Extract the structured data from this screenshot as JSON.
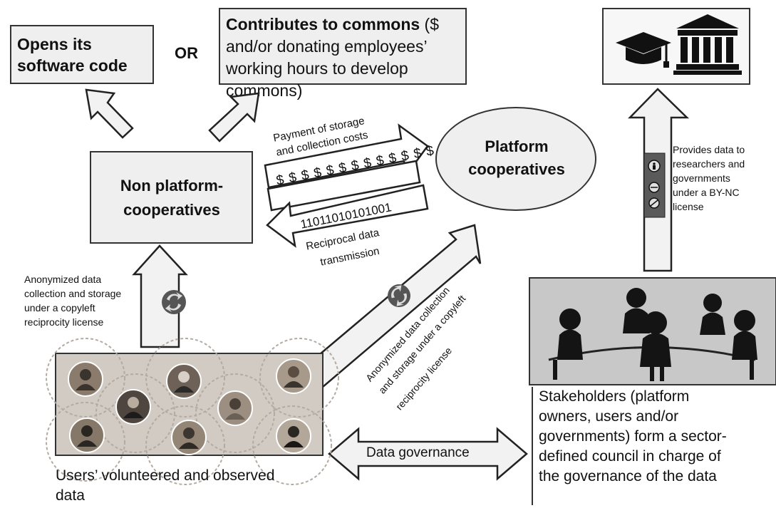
{
  "opens_code": {
    "label": "Opens its software code"
  },
  "or_label": "OR",
  "commons": {
    "bold": "Contributes to commons",
    "rest": " ($ and/or donating employees’ working hours to develop commons)"
  },
  "non_platform": {
    "label": "Non platform-cooperatives"
  },
  "platform": {
    "label": "Platform cooperatives"
  },
  "payment": {
    "line1": "Payment of storage",
    "line2": "and collection costs",
    "dollars": "$ $ $ $ $ $ $ $ $ $ $ $ $"
  },
  "binary": {
    "digits": "11011010101001",
    "line1": "Reciprocal data",
    "line2": "transmission"
  },
  "anon_left": {
    "line1": "Anonymized data",
    "line2": "collection and storage",
    "line3": "under a copyleft",
    "line4": "reciprocity license"
  },
  "anon_diag": {
    "line1": "Anonymized data collection",
    "line2": "and storage under a copyleft",
    "line3": "reciprocity license"
  },
  "provides": {
    "line1": "Provides data to",
    "line2": "researchers and",
    "line3": "governments",
    "line4": "under a BY-NC",
    "line5": "license"
  },
  "governance_arrow": {
    "label": "Data governance"
  },
  "users": {
    "caption_line1": "Users’ volunteered and observed",
    "caption_line2": "data"
  },
  "stakeholders": {
    "line1": "Stakeholders (platform",
    "line2": "owners, users and/or",
    "line3": "governments) form a sector-",
    "line4": "defined council in charge of",
    "line5": "the governance of the data"
  },
  "icons": {
    "top_right": [
      "graduation-cap-icon",
      "institution-building-icon"
    ],
    "license_badges": [
      "cc-by-icon",
      "cc-nc-icon"
    ],
    "share_icons": [
      "recycle-icon"
    ]
  }
}
